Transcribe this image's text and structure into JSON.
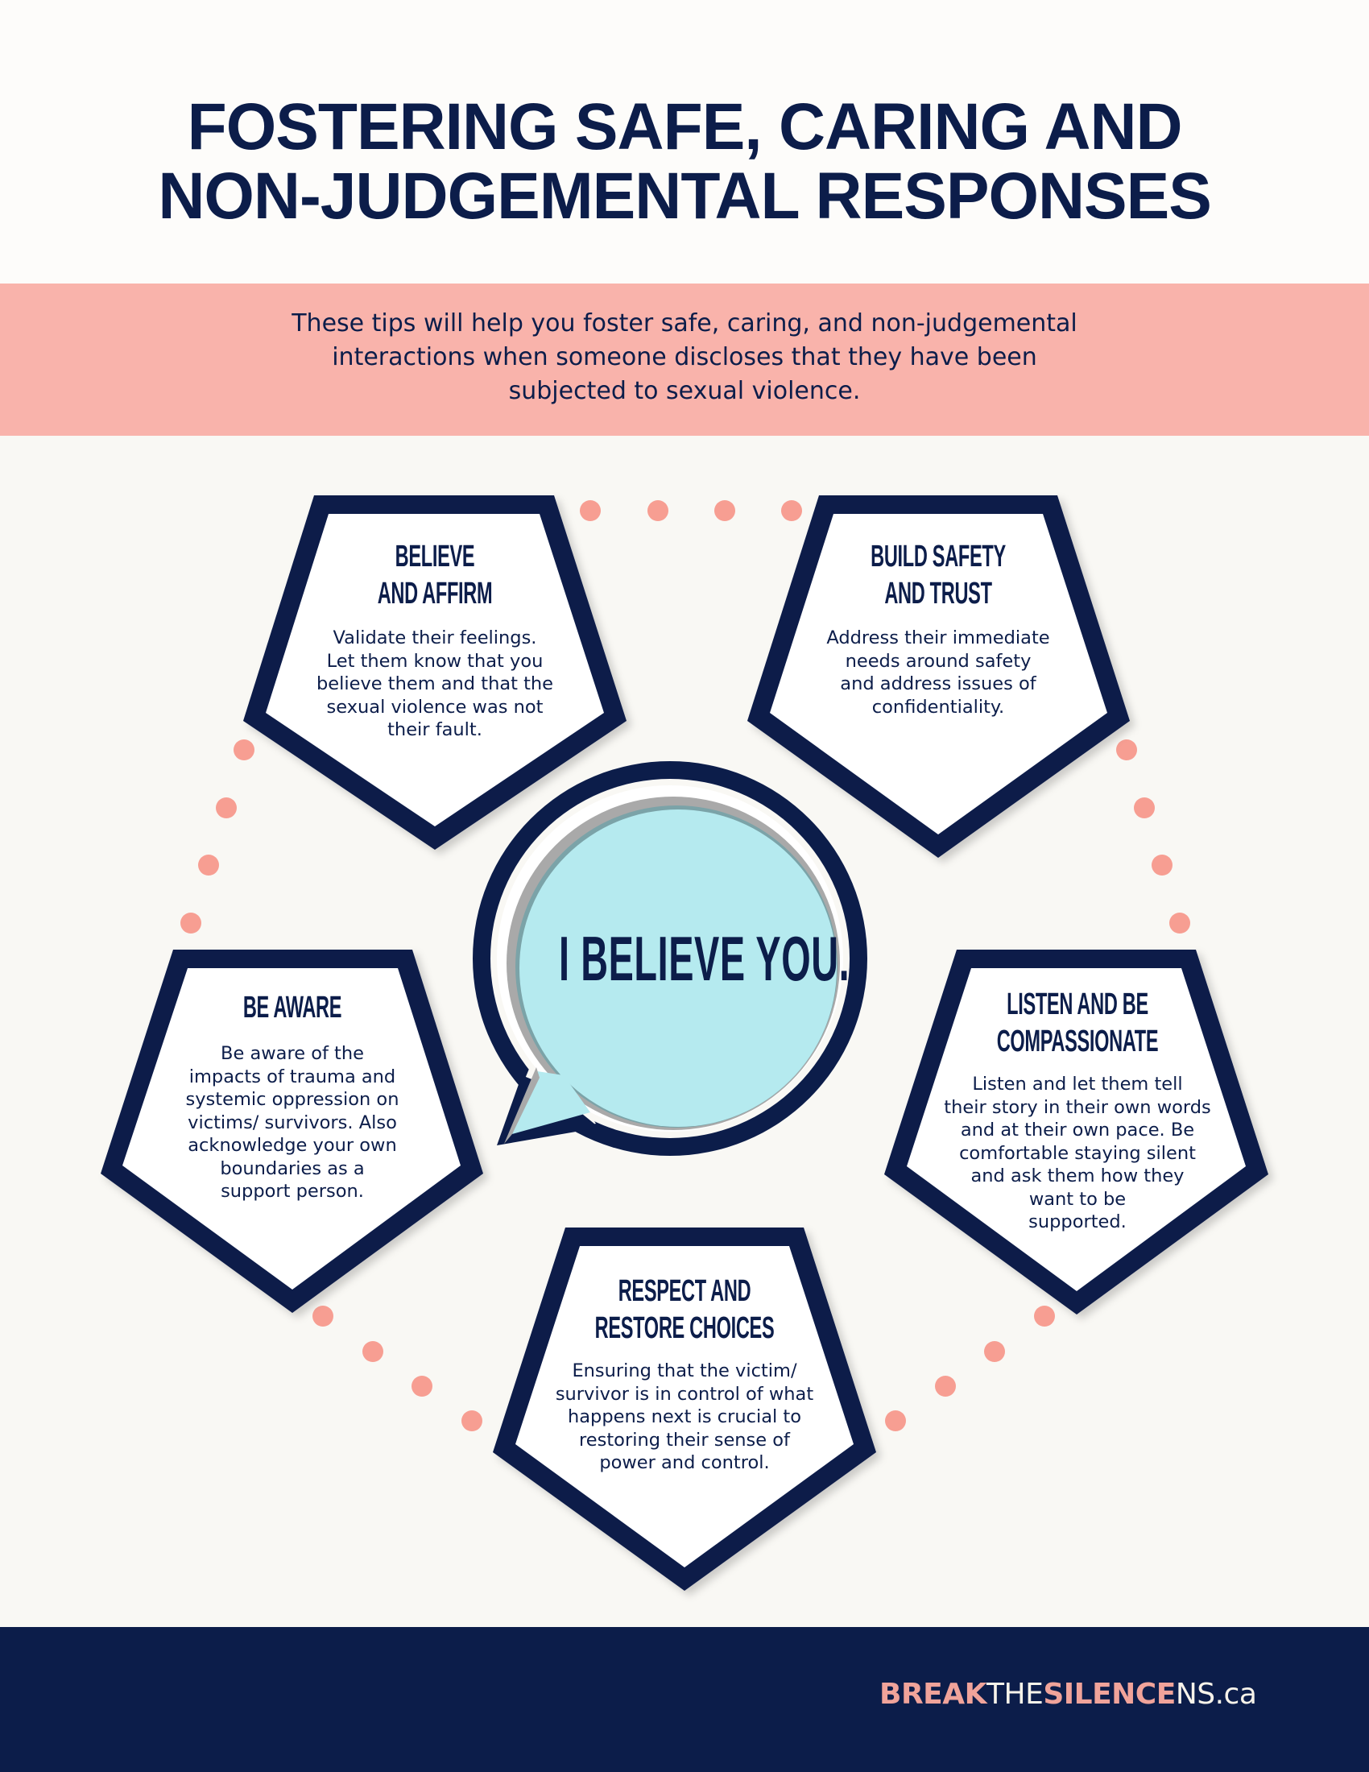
{
  "header": {
    "title_lines": [
      "FOSTERING SAFE, CARING AND",
      "NON-JUDGEMENTAL RESPONSES"
    ]
  },
  "intro": {
    "lines": [
      "These tips will help you foster safe, caring, and non-judgemental",
      "interactions when someone discloses that they have been",
      "subjected to sexual violence."
    ]
  },
  "center_bubble": {
    "text": "I BELIEVE YOU."
  },
  "cards": [
    {
      "heading": [
        "BELIEVE",
        "AND AFFIRM"
      ],
      "body": [
        "Validate their feelings.",
        "Let them know that you",
        "believe them and that the",
        "sexual violence was not",
        "their fault."
      ]
    },
    {
      "heading": [
        "BUILD SAFETY",
        "AND TRUST"
      ],
      "body": [
        "Address their immediate",
        "needs around safety",
        "and address issues of",
        "confidentiality."
      ]
    },
    {
      "heading": [
        "BE AWARE"
      ],
      "body": [
        "Be aware of the",
        "impacts of trauma and",
        "systemic oppression on",
        "victims/ survivors. Also",
        "acknowledge your own",
        "boundaries as a",
        "support person."
      ]
    },
    {
      "heading": [
        "LISTEN AND BE",
        "COMPASSIONATE"
      ],
      "body": [
        "Listen and let them tell",
        "their story in their own words",
        "and at their own pace. Be",
        "comfortable staying silent",
        "and ask them how they",
        "want to be",
        "supported."
      ]
    },
    {
      "heading": [
        "RESPECT AND",
        "RESTORE CHOICES"
      ],
      "body": [
        "Ensuring that the victim/",
        "survivor is in control of what",
        "happens next is crucial to",
        "restoring their sense of",
        "power and control."
      ]
    }
  ],
  "footer": {
    "logo_parts": [
      "BREAK",
      "THE",
      "SILENCE",
      "NS.ca"
    ]
  },
  "colors": {
    "navy": "#0c1d4a",
    "pink_band": "#f9b3ab",
    "dot": "#f79e92",
    "bubble_fill": "#b5eaef",
    "background": "#f9f8f4",
    "footer_accent": "#f0a39a"
  }
}
